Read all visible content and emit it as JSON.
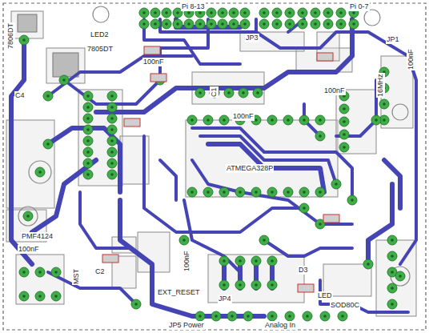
{
  "diagram": {
    "labels": [
      "7806DT",
      "LED2",
      "7805DT",
      "Pi 8-13",
      "Pi 0-7",
      "JP3",
      "JP1",
      "C4",
      "100nF",
      "C1",
      "100nF",
      "100nF",
      "16MHz",
      "ATMEGA328P",
      "100nF",
      "PMF4124",
      "MST",
      "C2",
      "100nF",
      "EXT_RESET",
      "100nF",
      "JP5 Power",
      "JP4",
      "Analog In",
      "D3",
      "LED",
      "SOD80C"
    ]
  }
}
